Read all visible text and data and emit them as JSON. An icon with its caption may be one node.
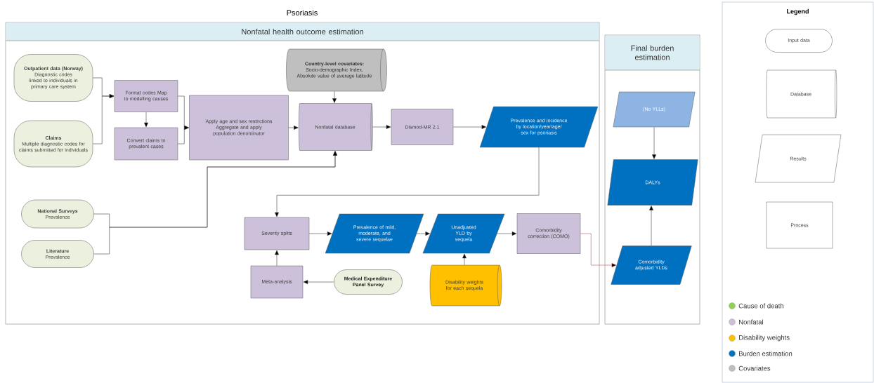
{
  "diagram": {
    "title": "Psoriasis",
    "nodes": [
      {
        "text": [
          "Nonfatal health outcome estimation"
        ]
      },
      {
        "text": [
          "Final burden estimation"
        ]
      },
      {
        "text": [
          "Legend"
        ]
      },
      {
        "text": [
          "Outpatient data (Norway)",
          "Diagnostic codes linked to individuals in primary care system"
        ],
        "in": 0
      },
      {
        "text": [
          "Claims",
          "Multiple diagnostic codes for claims submitted for individuals"
        ],
        "in": 0
      },
      {
        "text": [
          "Format codes Map to modelling causes"
        ],
        "in": 0
      },
      {
        "text": [
          "Convert claims to prevalent cases"
        ],
        "in": 0
      },
      {
        "text": [
          "Apply age and sex restrictions Aggregate and apply population denominator"
        ],
        "in": 0
      },
      {
        "text": [
          "Country-level covariates:",
          "Socio-demographic Index, Absolute value of average latitude"
        ],
        "in": 0
      },
      {
        "text": [
          "Nonfatal database"
        ],
        "in": 0
      },
      {
        "text": [
          "Dismod-MR 2.1"
        ],
        "in": 0
      },
      {
        "text": [
          "Prevalence and incidence by location/year/age/ sex for psoriasis"
        ],
        "in": 0
      },
      {
        "text": [
          "National Surveys",
          "Prevalence"
        ],
        "in": 0
      },
      {
        "text": [
          "Literature",
          "Prevalence"
        ],
        "in": 0
      },
      {
        "text": [
          "Severity splits"
        ],
        "in": 0
      },
      {
        "text": [
          "Meta-analysis"
        ],
        "in": 0
      },
      {
        "text": [
          "Medical Expenditure Panel Survey"
        ],
        "in": 0
      },
      {
        "text": [
          "Prevalence of mild, moderate, and severe sequelae"
        ],
        "in": 0
      },
      {
        "text": [
          "Unadjusted YLD by sequela"
        ],
        "in": 0
      },
      {
        "text": [
          "Disability weights for each sequela"
        ],
        "in": 0
      },
      {
        "text": [
          "Comorbidity correction (COMO)"
        ],
        "in": 0
      },
      {
        "text": [
          "(No YLLs)"
        ],
        "in": 1
      },
      {
        "text": [
          "DALYs"
        ],
        "in": 1
      },
      {
        "text": [
          "Comorbidity adjusted YLDs"
        ],
        "in": 1
      },
      {
        "text": [
          "Input data"
        ],
        "in": 2
      },
      {
        "text": [
          "Database"
        ],
        "in": 2
      },
      {
        "text": [
          "Results"
        ],
        "in": 2
      },
      {
        "text": [
          "Process"
        ],
        "in": 2
      }
    ],
    "edges": [
      {
        "from": 3,
        "to": 5,
        "arrow": "to"
      },
      {
        "from": 4,
        "to": 5,
        "arrow": "to"
      },
      {
        "from": 5,
        "to": 6,
        "arrow": "to"
      },
      {
        "from": 5,
        "to": 7,
        "arrow": "to"
      },
      {
        "from": 6,
        "to": 7,
        "arrow": "to"
      },
      {
        "from": 7,
        "to": 9,
        "arrow": "to"
      },
      {
        "from": 8,
        "to": 9,
        "arrow": "to"
      },
      {
        "from": 12,
        "to": 9,
        "arrow": "to"
      },
      {
        "from": 13,
        "to": 9,
        "arrow": "to"
      },
      {
        "from": 9,
        "to": 10,
        "arrow": "to"
      },
      {
        "from": 10,
        "to": 11,
        "arrow": "to"
      },
      {
        "from": 11,
        "to": 14,
        "arrow": "to"
      },
      {
        "from": 14,
        "to": 17,
        "arrow": "to"
      },
      {
        "from": 17,
        "to": 18,
        "arrow": "to"
      },
      {
        "from": 18,
        "to": 20,
        "arrow": "to"
      },
      {
        "from": 15,
        "to": 14,
        "arrow": "to"
      },
      {
        "from": 16,
        "to": 15,
        "arrow": "to"
      },
      {
        "from": 19,
        "to": 18,
        "arrow": "to"
      },
      {
        "from": 20,
        "to": 23,
        "arrow": "to",
        "color": "#c0504d"
      },
      {
        "from": 21,
        "to": 22,
        "arrow": "to"
      },
      {
        "from": 23,
        "to": 22,
        "arrow": "to"
      }
    ],
    "legend": [
      {
        "text": "Cause of death",
        "color": "#92d050"
      },
      {
        "text": "Nonfatal",
        "color": "#ccc0da"
      },
      {
        "text": "Disability weights",
        "color": "#ffc000"
      },
      {
        "text": "Burden estimation",
        "color": "#0070c0"
      },
      {
        "text": "Covariates",
        "color": "#bfbfbf"
      }
    ]
  }
}
